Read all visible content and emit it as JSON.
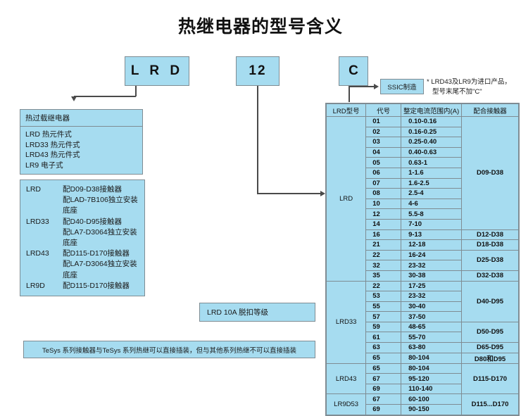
{
  "title": "热继电器的型号含义",
  "code_boxes": {
    "prefix": "L R D",
    "number": "12",
    "suffix": "C"
  },
  "ssic": {
    "label": "SSIC制造"
  },
  "note": {
    "line1": "* LRD43及LR9为进口产品，",
    "line2": "型号末尾不加\"C\""
  },
  "relay_box": {
    "header": "热过载继电器",
    "items": [
      "LRD 热元件式",
      "LRD33 热元件式",
      "LRD43 热元件式",
      "LR9 电子式"
    ]
  },
  "match_box": {
    "rows": [
      {
        "key": "LRD",
        "value": "配D09-D38接触器"
      },
      {
        "key": "",
        "value": "配LAD-7B106独立安装底座"
      },
      {
        "key": "LRD33",
        "value": "配D40-D95接触器"
      },
      {
        "key": "",
        "value": "配LA7-D3064独立安装底座"
      },
      {
        "key": "LRD43",
        "value": "配D115-D170接触器"
      },
      {
        "key": "",
        "value": "配LA7-D3064独立安装底座"
      },
      {
        "key": "LR9D",
        "value": "配D115-D170接触器"
      }
    ]
  },
  "trip_box": {
    "label": "LRD 10A 脱扣等级"
  },
  "banner": {
    "text": "TeSys 系列接触器与TeSys 系列热继可以直接插装，但与其他系列热继不可以直接插装"
  },
  "table": {
    "headers": [
      "LRD型号",
      "代号",
      "整定电流范围内(A)",
      "配合接触器"
    ],
    "groups": [
      {
        "model": "LRD",
        "rows": [
          {
            "code": "01",
            "range": "0.10-0.16"
          },
          {
            "code": "02",
            "range": "0.16-0.25"
          },
          {
            "code": "03",
            "range": "0.25-0.40"
          },
          {
            "code": "04",
            "range": "0.40-0.63"
          },
          {
            "code": "05",
            "range": "0.63-1"
          },
          {
            "code": "06",
            "range": "1-1.6"
          },
          {
            "code": "07",
            "range": "1.6-2.5"
          },
          {
            "code": "08",
            "range": "2.5-4"
          },
          {
            "code": "10",
            "range": "4-6"
          },
          {
            "code": "12",
            "range": "5.5-8"
          },
          {
            "code": "14",
            "range": "7-10"
          }
        ],
        "contactor": "D09-D38",
        "sub": [
          {
            "rows": [
              {
                "code": "16",
                "range": "9-13"
              }
            ],
            "contactor": "D12-D38"
          },
          {
            "rows": [
              {
                "code": "21",
                "range": "12-18"
              }
            ],
            "contactor": "D18-D38"
          },
          {
            "rows": [
              {
                "code": "22",
                "range": "16-24"
              },
              {
                "code": "32",
                "range": "23-32"
              }
            ],
            "contactor": "D25-D38"
          },
          {
            "rows": [
              {
                "code": "35",
                "range": "30-38"
              }
            ],
            "contactor": "D32-D38"
          }
        ]
      },
      {
        "model": "LRD33",
        "sub": [
          {
            "rows": [
              {
                "code": "22",
                "range": "17-25"
              },
              {
                "code": "53",
                "range": "23-32"
              },
              {
                "code": "55",
                "range": "30-40"
              },
              {
                "code": "57",
                "range": "37-50"
              }
            ],
            "contactor": "D40-D95"
          },
          {
            "rows": [
              {
                "code": "59",
                "range": "48-65"
              },
              {
                "code": "61",
                "range": "55-70"
              }
            ],
            "contactor": "D50-D95"
          },
          {
            "rows": [
              {
                "code": "63",
                "range": "63-80"
              }
            ],
            "contactor": "D65-D95"
          },
          {
            "rows": [
              {
                "code": "65",
                "range": "80-104"
              }
            ],
            "contactor": "D80和D95"
          }
        ]
      },
      {
        "model": "LRD43",
        "sub": [
          {
            "rows": [
              {
                "code": "65",
                "range": "80-104"
              },
              {
                "code": "67",
                "range": "95-120"
              },
              {
                "code": "69",
                "range": "110-140"
              }
            ],
            "contactor": "D115-D170"
          }
        ]
      },
      {
        "model": "LR9D53",
        "sub": [
          {
            "rows": [
              {
                "code": "67",
                "range": "60-100"
              },
              {
                "code": "69",
                "range": "90-150"
              }
            ],
            "contactor": "D115...D170"
          }
        ]
      }
    ]
  }
}
